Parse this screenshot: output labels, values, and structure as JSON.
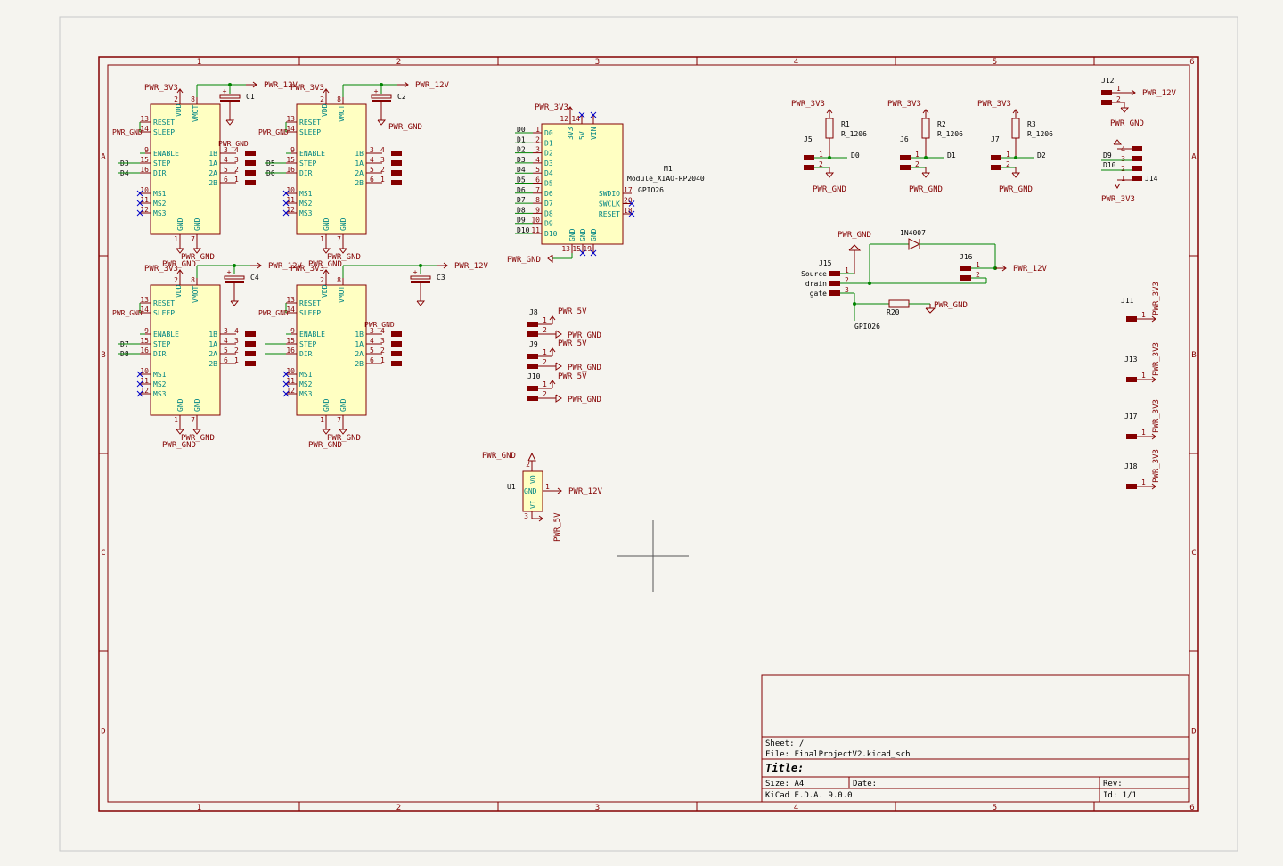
{
  "sheet": {
    "col_labels": [
      "1",
      "2",
      "3",
      "4",
      "5",
      "6"
    ],
    "row_labels": [
      "A",
      "B",
      "C",
      "D"
    ]
  },
  "title_block": {
    "sheet": "Sheet: /",
    "file": "File: FinalProjectV2.kicad_sch",
    "title": "Title:",
    "size": "Size: A4",
    "date": "Date:",
    "rev": "Rev:",
    "tool": "KiCad E.D.A. 9.0.0",
    "id": "Id: 1/1"
  },
  "drivers": [
    {
      "vdd_label": "PWR_3V3",
      "vmot_label": "PWR_12V",
      "cap_ref": "C1",
      "gnd_label": "PWR_GND",
      "sleep_gnd": "PWR_GND",
      "in_nets": [
        "D3",
        "D4"
      ],
      "gnd_pins": [
        "PWR_GND",
        "PWR_GND"
      ]
    },
    {
      "vdd_label": "PWR_3V3",
      "vmot_label": "PWR_12V",
      "cap_ref": "C2",
      "gnd_label": "PWR_GND",
      "sleep_gnd": "PWR_GND",
      "in_nets": [
        "D5",
        "D6"
      ],
      "gnd_pins": [
        "PWR_GND",
        "PWR_GND"
      ]
    },
    {
      "vdd_label": "PWR_3V3",
      "vmot_label": "PWR_12V",
      "cap_ref": "C4",
      "gnd_label": "PWR_GND",
      "sleep_gnd": "PWR_GND",
      "in_nets": [
        "D7",
        "D8"
      ],
      "gnd_pins": [
        "PWR_GND",
        "PWR_GND"
      ]
    },
    {
      "vdd_label": "PWR_3V3",
      "vmot_label": "PWR_12V",
      "cap_ref": "C3",
      "gnd_label": "PWR_GND",
      "sleep_gnd": "PWR_GND",
      "in_nets": [
        "",
        ""
      ],
      "gnd_pins": [
        "PWR_GND",
        "PWR_GND"
      ]
    }
  ],
  "driver_pins": {
    "left": [
      "RESET",
      "SLEEP",
      "ENABLE",
      "STEP",
      "DIR",
      "MS1",
      "MS2",
      "MS3"
    ],
    "left_nums": [
      "13",
      "14",
      "9",
      "15",
      "16",
      "10",
      "11",
      "12"
    ],
    "right": [
      "1B",
      "1A",
      "2A",
      "2B"
    ],
    "right_nums": [
      "4",
      "3",
      "2",
      "1"
    ],
    "conn_nums": [
      "4",
      "3",
      "2",
      "1"
    ],
    "right_pin_nums": [
      "3",
      "4",
      "5",
      "6"
    ],
    "top": [
      "VDD",
      "VMOT"
    ],
    "top_nums": [
      "2",
      "8"
    ],
    "bottom": [
      "GND",
      "GND"
    ],
    "bottom_nums": [
      "1",
      "7"
    ]
  },
  "mcu": {
    "ref": "M1",
    "value": "Module_XIAO-RP2040",
    "power_label": "PWR_3V3",
    "gnd_label": "PWR_GND",
    "top_pins": [
      "3V3",
      "5V",
      "VIN"
    ],
    "top_nums": [
      "12",
      "14",
      ""
    ],
    "pins_left": [
      "D0",
      "D1",
      "D2",
      "D3",
      "D4",
      "D5",
      "D6",
      "D7",
      "D8",
      "D9",
      "D10"
    ],
    "pins_left_nums": [
      "1",
      "2",
      "3",
      "4",
      "5",
      "6",
      "7",
      "8",
      "9",
      "10",
      "11"
    ],
    "nets_left": [
      "D0",
      "D1",
      "D2",
      "D3",
      "D4",
      "D5",
      "D6",
      "D7",
      "D8",
      "D9",
      "D10"
    ],
    "pins_right": [
      "SWDIO",
      "SWCLK",
      "RESET"
    ],
    "pins_right_nums": [
      "17",
      "20",
      "18"
    ],
    "gpio_label": "GPIO26",
    "bottom_pins": [
      "GND",
      "GND",
      "GND"
    ],
    "bottom_nums": [
      "13",
      "15",
      "19"
    ]
  },
  "servo_headers": [
    {
      "ref": "J5",
      "res_ref": "R1",
      "res_val": "R_1206",
      "supply": "PWR_3V3",
      "net": "D0",
      "gnd": "PWR_GND",
      "pins": [
        "1",
        "2"
      ]
    },
    {
      "ref": "J6",
      "res_ref": "R2",
      "res_val": "R_1206",
      "supply": "PWR_3V3",
      "net": "D1",
      "gnd": "PWR_GND",
      "pins": [
        "1",
        "2"
      ]
    },
    {
      "ref": "J7",
      "res_ref": "R3",
      "res_val": "R_1206",
      "supply": "PWR_3V3",
      "net": "D2",
      "gnd": "PWR_GND",
      "pins": [
        "1",
        "2"
      ]
    }
  ],
  "j12": {
    "ref": "J12",
    "supply": "PWR_12V",
    "gnd": "PWR_GND",
    "pins": [
      "1",
      "2"
    ]
  },
  "j14": {
    "ref": "J14",
    "nets": [
      "D9",
      "D10"
    ],
    "supply": "PWR_3V3",
    "pins": [
      "4",
      "3",
      "2",
      "1"
    ]
  },
  "mosfet": {
    "ref": "J15",
    "pins": [
      "Source",
      "drain",
      "gate"
    ],
    "nums": [
      "1",
      "2",
      "3"
    ],
    "gnd": "PWR_GND",
    "diode": "1N4007",
    "conn": "J16",
    "conn_pins": [
      "1",
      "2"
    ],
    "supply": "PWR_12V",
    "res": "R20",
    "res_gnd": "PWR_GND",
    "gpio": "GPIO26"
  },
  "fan_headers": [
    {
      "ref": "J8",
      "supply": "PWR_5V",
      "gnd": "PWR_GND",
      "pins": [
        "1",
        "2"
      ]
    },
    {
      "ref": "J9",
      "supply": "PWR_5V",
      "gnd": "PWR_GND",
      "pins": [
        "1",
        "2"
      ]
    },
    {
      "ref": "J10",
      "supply": "PWR_5V",
      "gnd": "PWR_GND",
      "pins": [
        "1",
        "2"
      ]
    }
  ],
  "regulator": {
    "ref": "U1",
    "gnd": "PWR_GND",
    "out": "PWR_12V",
    "in": "PWR_5V",
    "pins": [
      "VO",
      "GND",
      "VI"
    ],
    "nums": [
      "2",
      "1",
      "3"
    ]
  },
  "single_pins": [
    {
      "ref": "J11",
      "label": "PWR_3V3",
      "num": "1"
    },
    {
      "ref": "J13",
      "label": "PWR_3V3",
      "num": "1"
    },
    {
      "ref": "J17",
      "label": "PWR_3V3",
      "num": "1"
    },
    {
      "ref": "J18",
      "label": "PWR_3V3",
      "num": "1"
    }
  ],
  "colors": {
    "wire": "#008400",
    "part": "#840000",
    "body": "#ffffc2",
    "pin_name": "#008484",
    "power": "#840000",
    "net": "#000000",
    "paper": "#f5f4ef"
  }
}
